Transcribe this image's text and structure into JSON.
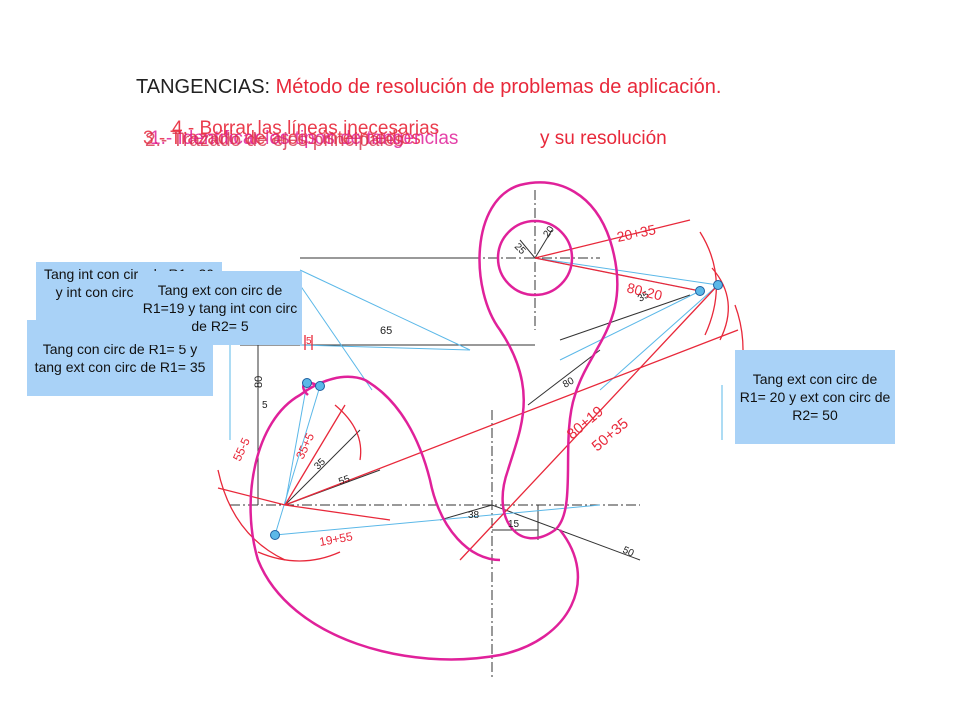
{
  "title": {
    "prefix": "TANGENCIAS:",
    "rest": " Método de resolución de problemas de aplicación."
  },
  "steps": {
    "s1": "1.- Identificar los tipos de tangencias",
    "s2": "2.- Trazado de ejes principales",
    "s3": "3.- Trazado de arcos intermedios",
    "s4": "4.- Borrar las líneas inecesarias",
    "s5": "y su resolución"
  },
  "callouts": {
    "box1": "Tang int con circ de R1= 20 y int con circ de R2= 55",
    "box2": "Tang con circ de R1= 5 y tang ext con circ de R1= 35",
    "box3": "Tang ext con circ de R1=19 y tang int con circ de R2= 5",
    "box4": "Tang ext con circ de R1= 20 y ext con circ de R2= 50"
  },
  "red_labels": {
    "a": "20+35",
    "b": "80-20",
    "c": "80+19",
    "d": "50+35",
    "e": "55-5",
    "f": "35+5",
    "g": "19+55",
    "h": "5"
  },
  "dims": {
    "d25": "25",
    "d20": "20",
    "d35": "35",
    "d65": "65",
    "d80v": "80",
    "d5": "5",
    "d80": "80",
    "d35b": "35",
    "d55": "55",
    "d38": "38",
    "d15": "15",
    "d50": "50"
  },
  "colors": {
    "accent": "#e8283a",
    "outline": "#e0219a",
    "construction": "#5bb8e8",
    "callout_bg": "#a9d2f7"
  }
}
